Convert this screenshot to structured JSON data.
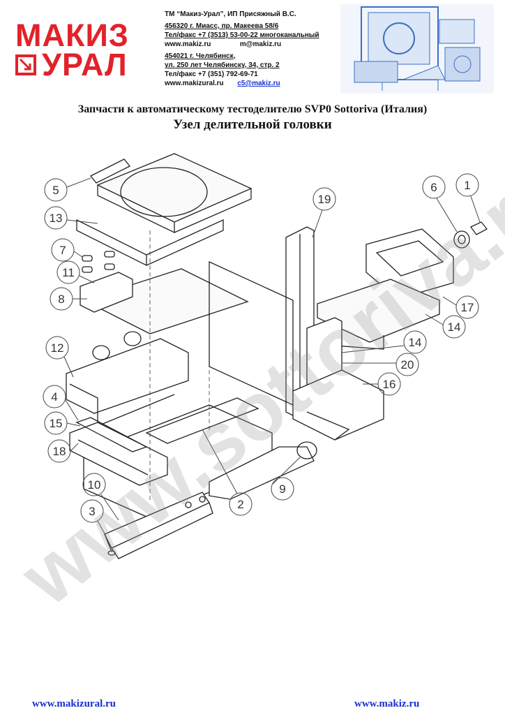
{
  "logo": {
    "line1": "МАКИЗ",
    "line2": "УРАЛ"
  },
  "contacts": {
    "line1": "ТМ “Макиз-Урал”,    ИП Присяжный В.С.",
    "line2": "456320 г. Миасс, пр. Макеева 58/6",
    "line3": "Тел/факс +7 (3513) 53-00-22 многоканальный",
    "line4a": "www.makiz.ru",
    "line4b": "m@makiz.ru",
    "line5": "454021 г. Челябинск,",
    "line6": "ул. 250 лет Челябинску, 34, стр. 2",
    "line7": "Тел/факс +7 (351) 792-69-71",
    "line8a": "www.makizural.ru",
    "line8b": "c5@makiz.ru"
  },
  "title": {
    "line1": "Запчасти к автоматическому тестоделителю SVP0 Sottoriva (Италия)",
    "line2": "Узел делительной головки"
  },
  "callouts": [
    "1",
    "2",
    "3",
    "4",
    "5",
    "6",
    "7",
    "8",
    "9",
    "10",
    "11",
    "12",
    "13",
    "14",
    "14",
    "15",
    "16",
    "17",
    "18",
    "19",
    "20"
  ],
  "watermark": "www.sottoriva.ru",
  "footer": {
    "left": "www.makizural.ru",
    "right": "www.makiz.ru"
  },
  "colors": {
    "brand_red": "#e2222a",
    "link_blue": "#1a2fd0",
    "machine_blue": "#3b6fc4"
  }
}
